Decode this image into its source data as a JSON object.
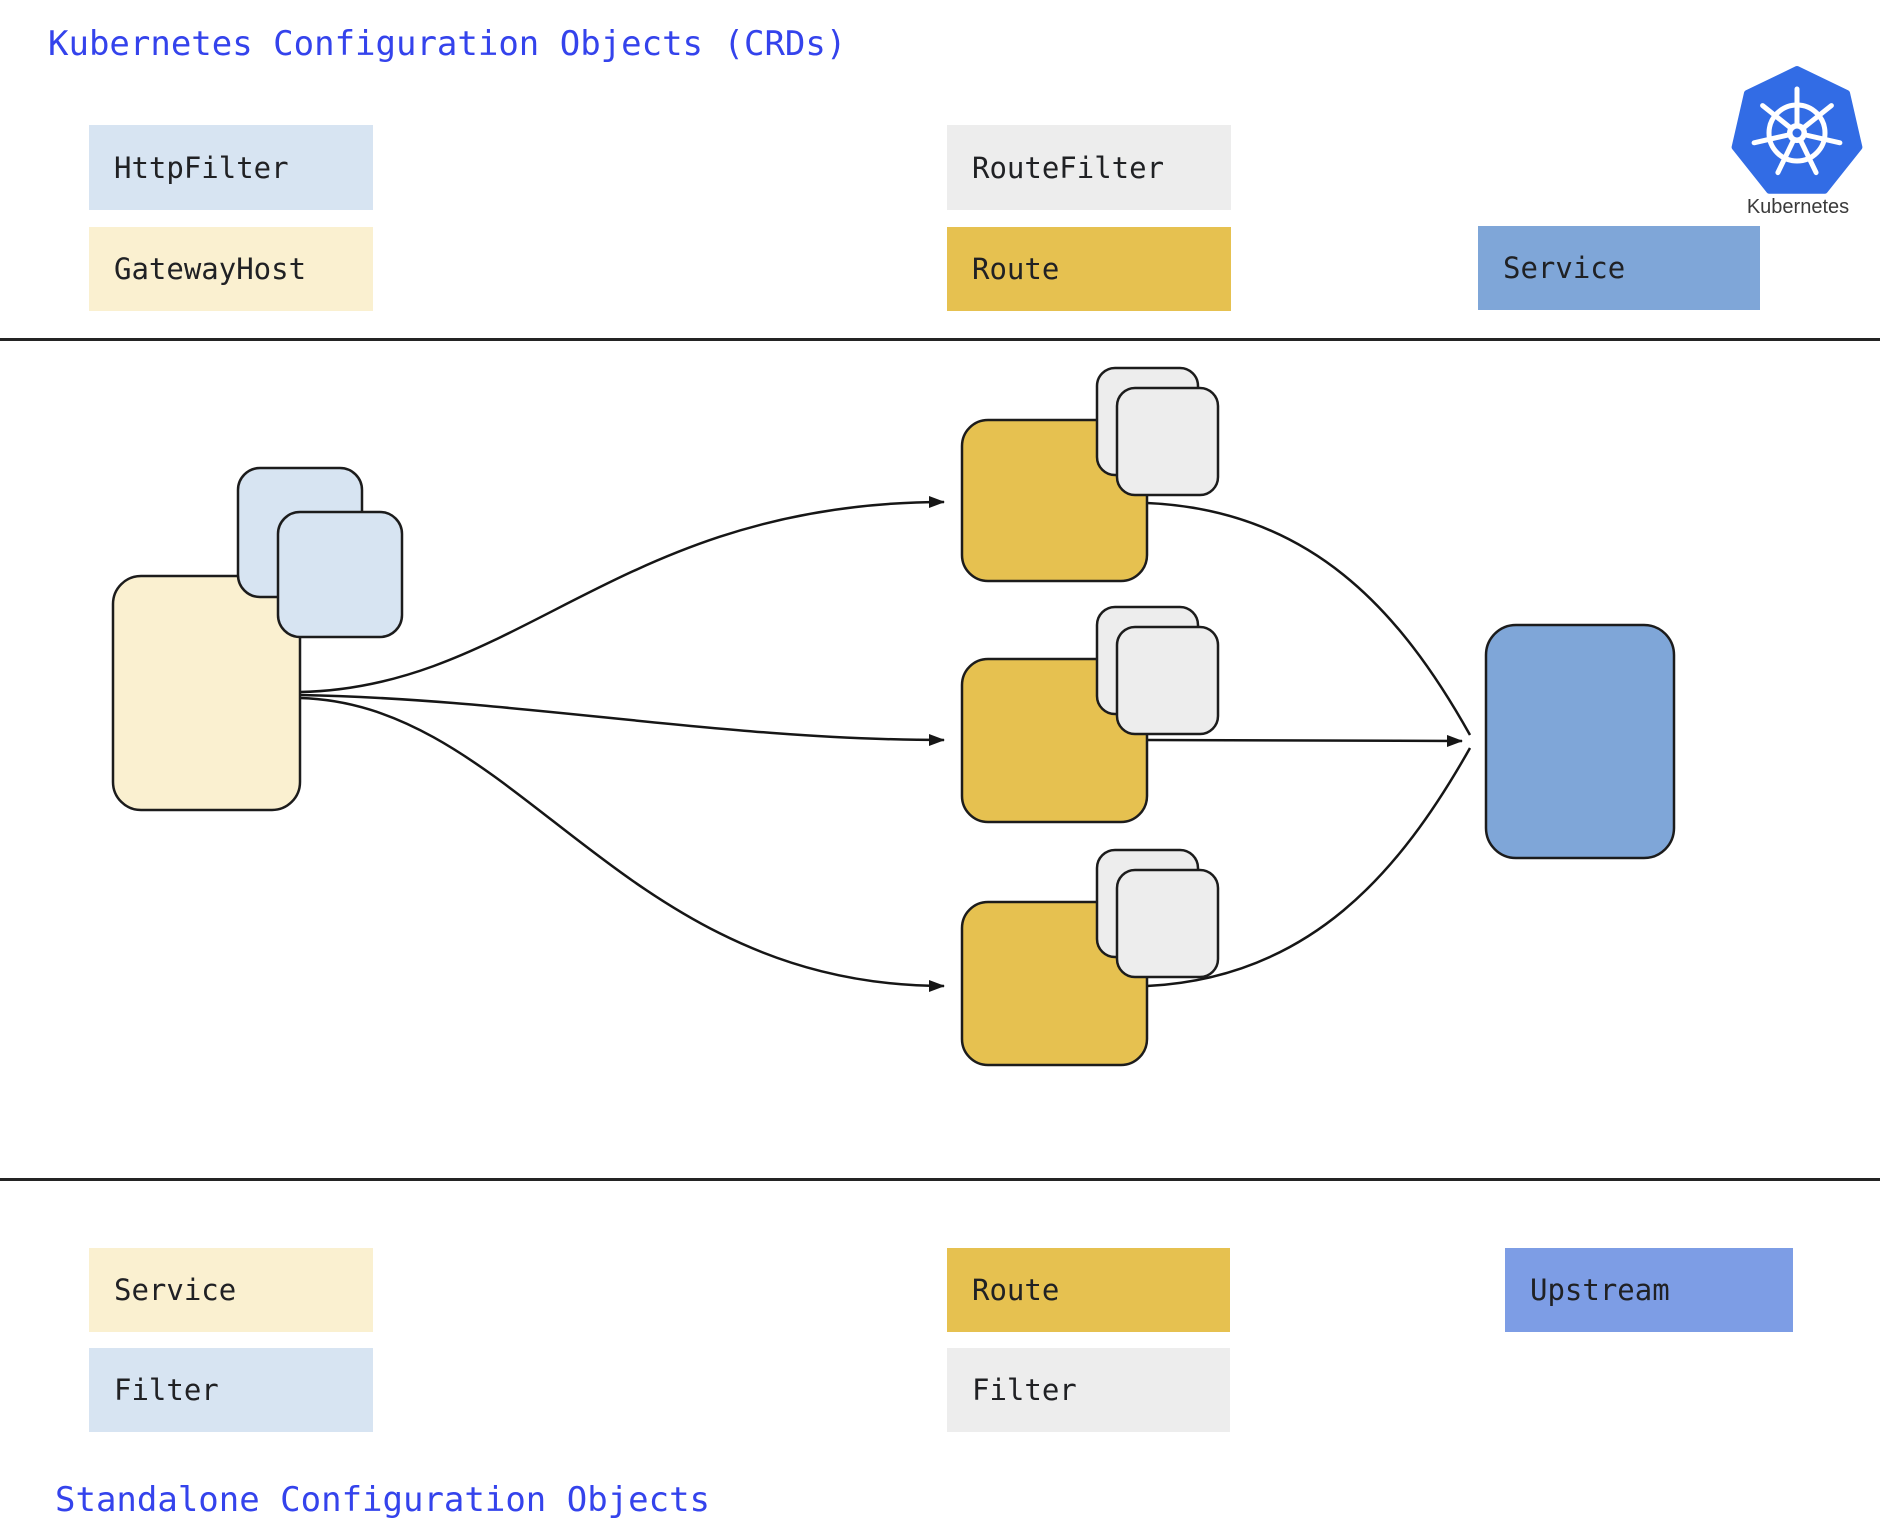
{
  "header": {
    "title": "Kubernetes Configuration Objects (CRDs)"
  },
  "footer": {
    "title": "Standalone Configuration Objects"
  },
  "kubernetes_logo": {
    "label": "Kubernetes"
  },
  "colors": {
    "title_blue": "#3443ec",
    "light_blue": "#d7e4f2",
    "light_yellow": "#faf0d0",
    "light_gray": "#ededed",
    "gold": "#e6c150",
    "steel_blue": "#7fa6d8",
    "cornflower_blue": "#7d9de5",
    "k8s_brand_blue": "#326ce5",
    "outline": "#1c1c1c",
    "arrow": "#161616",
    "text": "#202124"
  },
  "crd_legend": {
    "items": [
      {
        "label": "HttpFilter",
        "color": "light_blue"
      },
      {
        "label": "GatewayHost",
        "color": "light_yellow"
      },
      {
        "label": "RouteFilter",
        "color": "light_gray"
      },
      {
        "label": "Route",
        "color": "gold"
      },
      {
        "label": "Service",
        "color": "steel_blue"
      }
    ]
  },
  "standalone_legend": {
    "items": [
      {
        "label": "Service",
        "color": "light_yellow"
      },
      {
        "label": "Filter",
        "color": "light_blue"
      },
      {
        "label": "Route",
        "color": "gold"
      },
      {
        "label": "Filter",
        "color": "light_gray"
      },
      {
        "label": "Upstream",
        "color": "cornflower_blue"
      }
    ]
  },
  "diagram": {
    "nodes": [
      {
        "id": "gateway-host",
        "type": "GatewayHost",
        "attached_filters": 2,
        "attached_filter_type": "HttpFilter"
      },
      {
        "id": "route-1",
        "type": "Route",
        "attached_filters": 2,
        "attached_filter_type": "RouteFilter"
      },
      {
        "id": "route-2",
        "type": "Route",
        "attached_filters": 2,
        "attached_filter_type": "RouteFilter"
      },
      {
        "id": "route-3",
        "type": "Route",
        "attached_filters": 2,
        "attached_filter_type": "RouteFilter"
      },
      {
        "id": "service",
        "type": "Service"
      }
    ],
    "edges": [
      {
        "from": "gateway-host",
        "to": "route-1"
      },
      {
        "from": "gateway-host",
        "to": "route-2"
      },
      {
        "from": "gateway-host",
        "to": "route-3"
      },
      {
        "from": "route-1",
        "to": "service"
      },
      {
        "from": "route-2",
        "to": "service"
      },
      {
        "from": "route-3",
        "to": "service"
      }
    ]
  }
}
